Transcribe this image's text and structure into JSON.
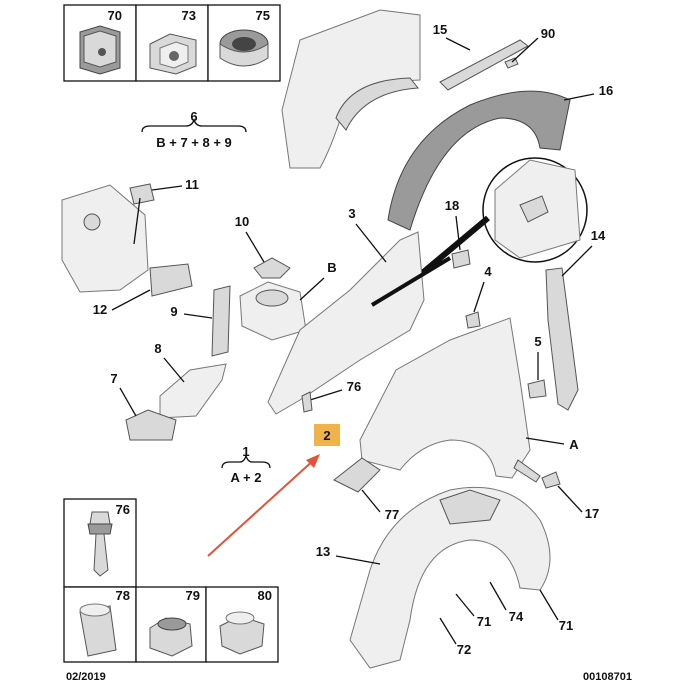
{
  "diagram": {
    "top_boxes": [
      "70",
      "73",
      "75"
    ],
    "bottom_boxes_upper": [
      "76"
    ],
    "bottom_boxes_lower": [
      "78",
      "79",
      "80"
    ],
    "callouts": {
      "c6": "6",
      "c15": "15",
      "c90": "90",
      "c16": "16",
      "c11": "11",
      "c10": "10",
      "c3": "3",
      "c18": "18",
      "c14": "14",
      "cB": "B",
      "c12": "12",
      "c9": "9",
      "c4": "4",
      "c8": "8",
      "c5": "5",
      "c7": "7",
      "c76": "76",
      "c2": "2",
      "cA": "A",
      "c1": "1",
      "c17": "17",
      "c77": "77",
      "c13": "13",
      "c74": "74",
      "c71a": "71",
      "c71b": "71",
      "c72": "72"
    },
    "formula_6": "B + 7 + 8 + 9",
    "formula_1": "A + 2",
    "date": "02/2019",
    "ref": "00108701",
    "colors": {
      "highlight": "#f0b24a",
      "arrow": "#e2533a",
      "part": "#d9d9d9"
    }
  }
}
